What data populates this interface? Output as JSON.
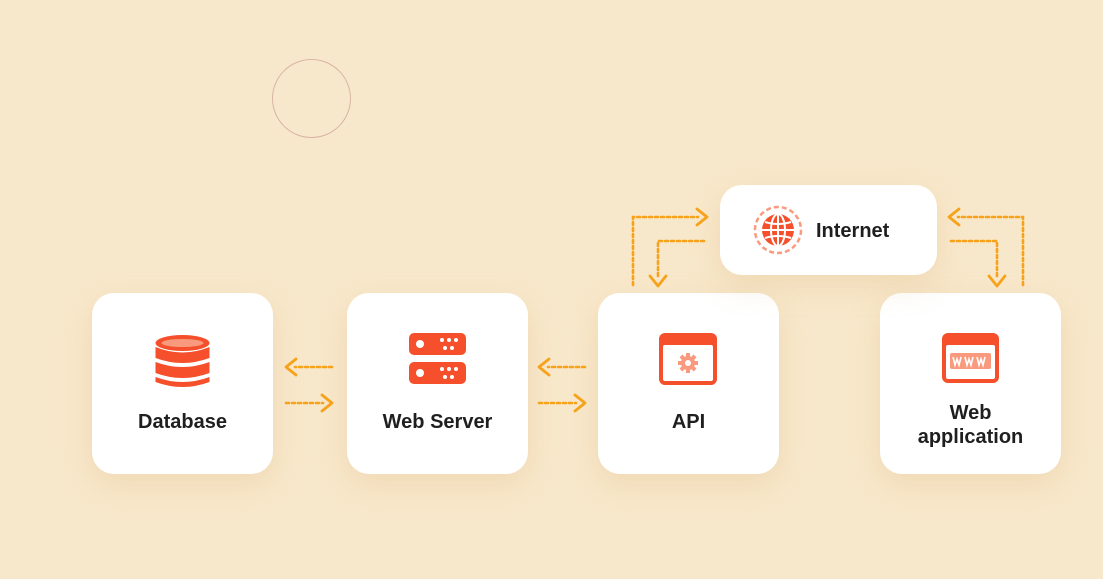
{
  "diagram": {
    "nodes": {
      "database": {
        "label": "Database",
        "icon": "database-icon"
      },
      "web_server": {
        "label": "Web Server",
        "icon": "server-icon"
      },
      "api": {
        "label": "API",
        "icon": "api-window-icon"
      },
      "internet": {
        "label": "Internet",
        "icon": "globe-icon"
      },
      "web_application": {
        "label_line1": "Web",
        "label_line2": "application",
        "icon": "www-window-icon"
      }
    },
    "edges": [
      {
        "from": "web_server",
        "to": "database"
      },
      {
        "from": "database",
        "to": "web_server"
      },
      {
        "from": "api",
        "to": "web_server"
      },
      {
        "from": "web_server",
        "to": "api"
      },
      {
        "from": "api",
        "to": "internet"
      },
      {
        "from": "internet",
        "to": "api"
      },
      {
        "from": "web_application",
        "to": "internet"
      },
      {
        "from": "internet",
        "to": "web_application"
      }
    ]
  },
  "colors": {
    "background": "#f8e8cb",
    "card": "#ffffff",
    "icon_primary": "#f5502b",
    "icon_light": "#f99a7e",
    "arrow": "#f7a21b",
    "text": "#1f1f1f"
  }
}
